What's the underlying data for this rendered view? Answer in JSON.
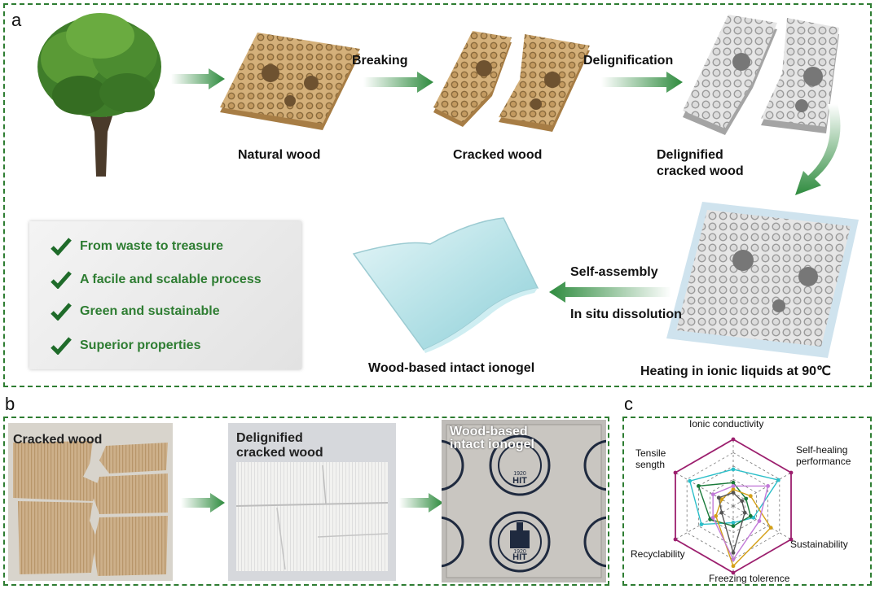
{
  "panel_a": {
    "letter": "a",
    "steps": {
      "natural": "Natural wood",
      "cracked": "Cracked wood",
      "delignified_1": "Delignified",
      "delignified_2": "cracked wood",
      "heating": "Heating in ionic liquids at 90℃",
      "ionogel": "Wood-based intact ionogel"
    },
    "arrows": {
      "breaking": "Breaking",
      "delignification": "Delignification",
      "self_assembly": "Self-assembly",
      "dissolution": "In situ dissolution"
    },
    "features": [
      "From waste to treasure",
      "A facile and scalable process",
      "Green and sustainable",
      "Superior properties"
    ]
  },
  "panel_b": {
    "letter": "b",
    "photos": [
      {
        "label_1": "Cracked wood",
        "label_2": ""
      },
      {
        "label_1": "Delignified",
        "label_2": "cracked wood"
      },
      {
        "label_1": "Wood-based",
        "label_2": "intact ionogel"
      }
    ],
    "stamp_text": "HIT",
    "stamp_year": "1920"
  },
  "panel_c": {
    "letter": "c",
    "axes": {
      "top": "Ionic conductivity",
      "top_right_1": "Self-healing",
      "top_right_2": "performance",
      "bottom_right": "Sustainability",
      "bottom": "Freezing tolerence",
      "bottom_left": "Recyclability",
      "top_left_1": "Tensile",
      "top_left_2": "sength"
    },
    "series_colors": [
      "#9c1f6e",
      "#2bbfc9",
      "#1a7a3a",
      "#d4a017",
      "#555555",
      "#c27ad8"
    ]
  },
  "colors": {
    "border": "#2e7d32",
    "arrow": "#2e8b3e",
    "wood": "#c7a16a",
    "check": "#1f6b2a"
  }
}
